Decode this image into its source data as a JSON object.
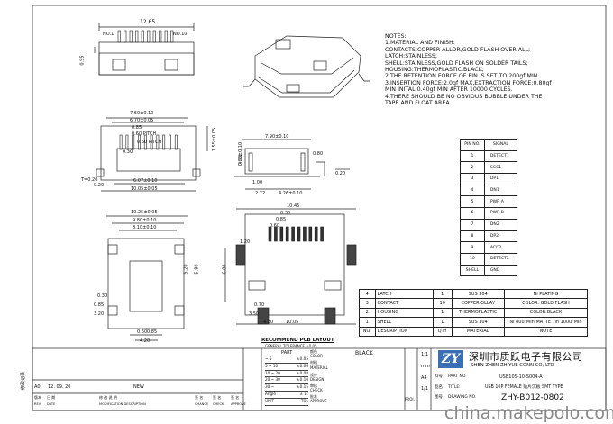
{
  "drawing": {
    "top_view": {
      "overall": "12.65",
      "pin1": "NO.1",
      "pin10": "NO.10",
      "side_dim": "0.95"
    },
    "bottom_view": {
      "dims": [
        "7.60±0.10",
        "6.70±0.05",
        "0.85",
        "0.60 PITCH",
        "0.60 PITCH",
        "0.30",
        "0.20",
        "1.55±0.05",
        "6.07±0.10",
        "10.05±0.05"
      ],
      "t_label": "T=0.20"
    },
    "side_view": {
      "dims": [
        "7.90±0.10",
        "0.68±0.10",
        "0.80",
        "3.14",
        "1.00",
        "2.72",
        "4.26±0.10",
        "0.20"
      ]
    },
    "front_view": {
      "dims": [
        "10.25±0.05",
        "9.80±0.10",
        "8.10±0.10",
        "5.80",
        "5.20",
        "0.30",
        "0.85",
        "3.20",
        "0.60",
        "0.85",
        "4.20"
      ]
    },
    "pcb_layout": {
      "dims": [
        "10.45",
        "0.30",
        "0.85",
        "0.60",
        "6.80",
        "1.20",
        "3.50",
        "4.30",
        "10.05",
        "0.70"
      ],
      "title": "RECOMMEND PCB LAYOUT",
      "tolerance": "GENERAL TOLERANCE ±0.05"
    }
  },
  "notes": {
    "lines": [
      "NOTES:",
      "1.MATERIAL AND FINISH:",
      "      CONTACTS:COPPER ALLOR,GOLD FLASH OVER ALL;",
      "      LATCH:STAINLESS;",
      "      SHELL:STAINLESS,GOLD FLASH ON SOLDER TAILS;",
      "      HOUSING:THERMOPLASTIC,BLACK;",
      "2.THE RETENTION FORCE OF PIN IS SET TO 200gf MIN.",
      "3.INSERTION FORCE:2.0gf MAX,EXTRACTION FORCE:0.80gf",
      "MIN INITAL,0.40gf MIN AFTER 10000 CYCLES.",
      "4.THERE SHOULD BE NO OBVIOUS BUBBLE UNDER THE",
      "TAPE AND FLOAT AREA."
    ]
  },
  "pin_table": {
    "headers": [
      "PIN NO.",
      "SIGNAL"
    ],
    "rows": [
      [
        "1",
        "DETECT1"
      ],
      [
        "2",
        "SCC1"
      ],
      [
        "3",
        "DP1"
      ],
      [
        "4",
        "DN1"
      ],
      [
        "5",
        "PWR A"
      ],
      [
        "6",
        "PWR B"
      ],
      [
        "7",
        "DN2"
      ],
      [
        "8",
        "DP2"
      ],
      [
        "9",
        "ACC2"
      ],
      [
        "10",
        "DETECT2"
      ],
      [
        "SHELL",
        "GND"
      ]
    ]
  },
  "bom": {
    "rows": [
      [
        "4",
        "LATCH",
        "1",
        "SUS 304",
        "Ni PLATING"
      ],
      [
        "3",
        "CONTACT",
        "10",
        "COPPER OLLAY",
        "COLOR: GOLD FLASH"
      ],
      [
        "2",
        "HOUSING",
        "1",
        "THERMOPLASTIC",
        "COLOR:BLACK"
      ],
      [
        "1",
        "SHELL",
        "1",
        "SUS 304",
        "Ni 80u\"Min;MATTE Tin 100u\"Min"
      ]
    ],
    "headers": [
      "NO.",
      "DESCRIPTION",
      "QTY",
      "MATERIAL",
      "NOTE"
    ]
  },
  "title_block": {
    "rev_row": [
      "A0",
      "12. 09. 20",
      "NEW"
    ],
    "rev_headers": [
      "版本",
      "日 期",
      "修 改 说 明",
      "签 名",
      "签 名",
      "签 名"
    ],
    "rev_headers_en": [
      "REV",
      "DATE",
      "MODIFICATION DESCRIPTION",
      "CHANGE",
      "CHECK",
      "APPROVE"
    ],
    "side_label": "修改记录",
    "part_label": "PART",
    "color_value": "BLACK",
    "color_label_cn": "颜色",
    "color_label": "COLOR",
    "material_cn": "材料",
    "material": "MATERIAL",
    "tolerances": [
      [
        "~ 5",
        "±0.05"
      ],
      [
        "5 ~ 10",
        "±0.06"
      ],
      [
        "10 ~ 20",
        "±0.08"
      ],
      [
        "20 ~ 30",
        "±0.10"
      ],
      [
        "30 ~",
        "±0.15"
      ]
    ],
    "angle": [
      "Angle",
      "± 1°"
    ],
    "unit_labels": [
      "UNIT",
      "TOL"
    ],
    "design_cn": "设计",
    "design": "DESIGN",
    "check_cn": "审核",
    "check": "CHECK",
    "approve_cn": "批准",
    "approve": "APPROVE",
    "scale": "1:1",
    "unit": "mm",
    "size": "A4",
    "sheet": "1/1",
    "proj_label": "PROJ.",
    "part_no_label_cn": "料号",
    "part_no_label": "PART NO.",
    "title_label_cn": "品名",
    "title_label": "TITLE:",
    "drawing_no_label_cn": "图号",
    "drawing_no_label": "DRAWING NO.",
    "company_cn": "深圳市质跃电子有限公司",
    "company_en": "SHEN ZHEN ZHIYUE CONN CO, LTD",
    "logo": "ZY",
    "part_no": "USB10S-10-S004-A",
    "title": "USB 10P FEMALE 贴片沉板 SMT TYPE",
    "drawing_no": "ZHY-B012-0802"
  },
  "watermark": "china.makepolo.com"
}
